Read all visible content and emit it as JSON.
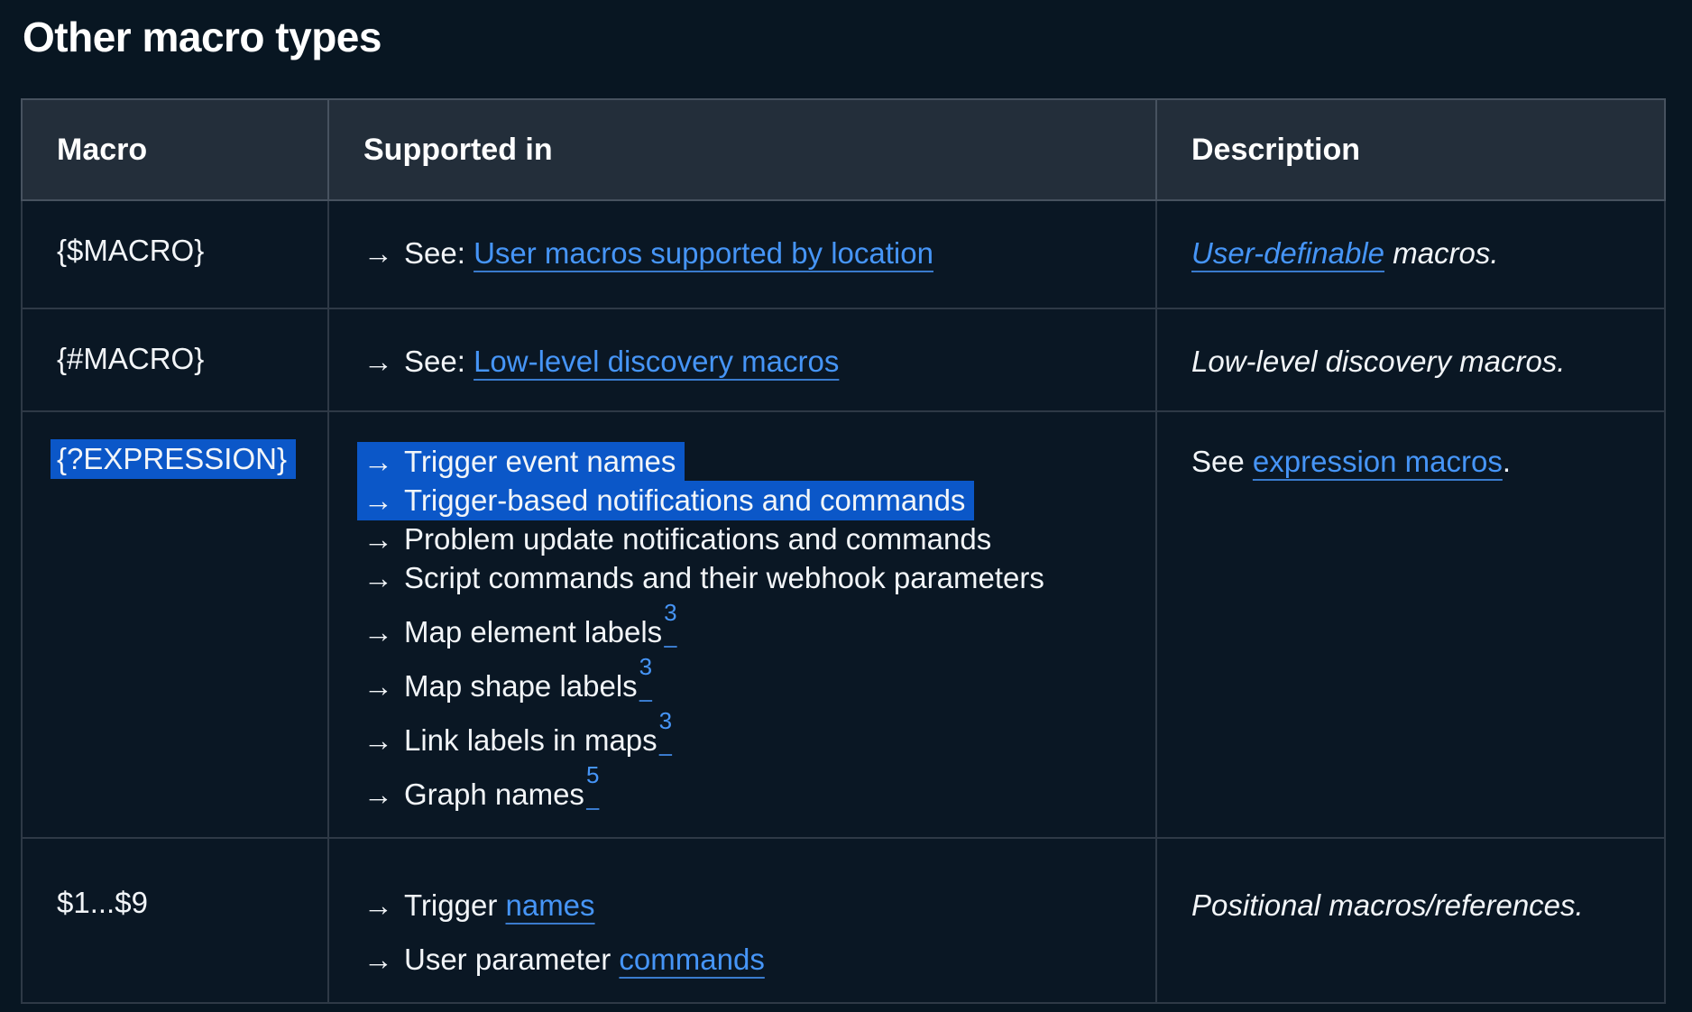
{
  "title": "Other macro types",
  "icons": {
    "arrow": "→"
  },
  "colors": {
    "page_bg": "#081622",
    "header_bg": "#232e3a",
    "link": "#4695f7",
    "selection": "#0b57c8",
    "border": "#2e3946"
  },
  "table": {
    "headers": {
      "macro": "Macro",
      "supported_in": "Supported in",
      "description": "Description"
    },
    "rows": [
      {
        "macro": "{$MACRO}",
        "supported": {
          "see_prefix": "See:",
          "see_link": "User macros supported by location"
        },
        "description": {
          "link": "User-definable",
          "rest": " macros."
        }
      },
      {
        "macro": "{#MACRO}",
        "supported": {
          "see_prefix": "See:",
          "see_link": "Low-level discovery macros"
        },
        "description": {
          "text": "Low-level discovery macros."
        }
      },
      {
        "macro": "{?EXPRESSION}",
        "supported": {
          "items": [
            {
              "text": "Trigger event names",
              "selected": true
            },
            {
              "text": "Trigger-based notifications and commands",
              "selected": true
            },
            {
              "text": "Problem update notifications and commands"
            },
            {
              "text": "Script commands and their webhook parameters"
            },
            {
              "text": "Map element labels",
              "sup": "3"
            },
            {
              "text": "Map shape labels",
              "sup": "3"
            },
            {
              "text": "Link labels in maps",
              "sup": "3"
            },
            {
              "text": "Graph names",
              "sup": "5"
            }
          ]
        },
        "description": {
          "prefix": "See",
          "link": "expression macros",
          "suffix": "."
        }
      },
      {
        "macro": "$1...$9",
        "supported": {
          "items": [
            {
              "prefix": "Trigger",
              "link": "names"
            },
            {
              "prefix": "User parameter",
              "link": "commands"
            }
          ]
        },
        "description": {
          "text": "Positional macros/references."
        }
      }
    ]
  }
}
